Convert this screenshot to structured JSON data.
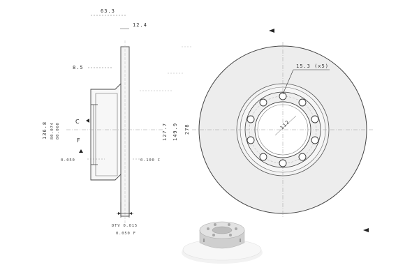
{
  "side_view": {
    "dim_63_3": "63.3",
    "dim_12_4": "12.4",
    "dim_8_5": "8.5",
    "dim_136_8": "136.8",
    "dim_80_074": "80.074",
    "dim_80_060": "80.060",
    "label_c": "C",
    "label_f": "F",
    "tol_0_050": "0.050",
    "tol_0_100_c": "0.100 C",
    "dim_127_7": "127.7",
    "dim_149_9": "149.9",
    "dim_278": "278",
    "dtv": "DTV 0.015",
    "flatness_f": "0.050 F"
  },
  "front_view": {
    "hole_callout": "15.3 (x5)",
    "pcd": "112"
  },
  "colors": {
    "disc_fill": "#ededed",
    "line": "#444444",
    "dash": "#888888"
  }
}
